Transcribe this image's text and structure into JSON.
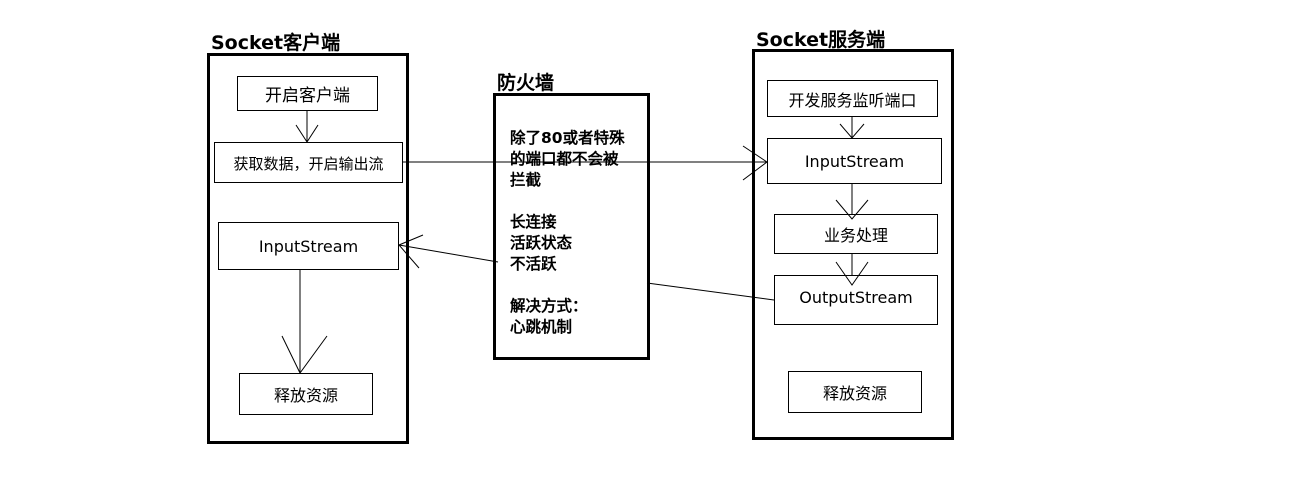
{
  "client": {
    "title": "Socket客户端",
    "open_client": "开启客户端",
    "get_data": "获取数据，开启输出流",
    "input_stream": "InputStream",
    "release": "释放资源"
  },
  "firewall": {
    "title": "防火墙",
    "lines": [
      "除了80或者特殊",
      "的端口都不会被",
      "拦截",
      "",
      "长连接",
      "活跃状态",
      "不活跃",
      "",
      "解决方式：",
      "心跳机制"
    ]
  },
  "server": {
    "title": "Socket服务端",
    "listen": "开发服务监听端口",
    "input_stream": "InputStream",
    "business": "业务处理",
    "output_stream": "OutputStream",
    "release": "释放资源"
  }
}
